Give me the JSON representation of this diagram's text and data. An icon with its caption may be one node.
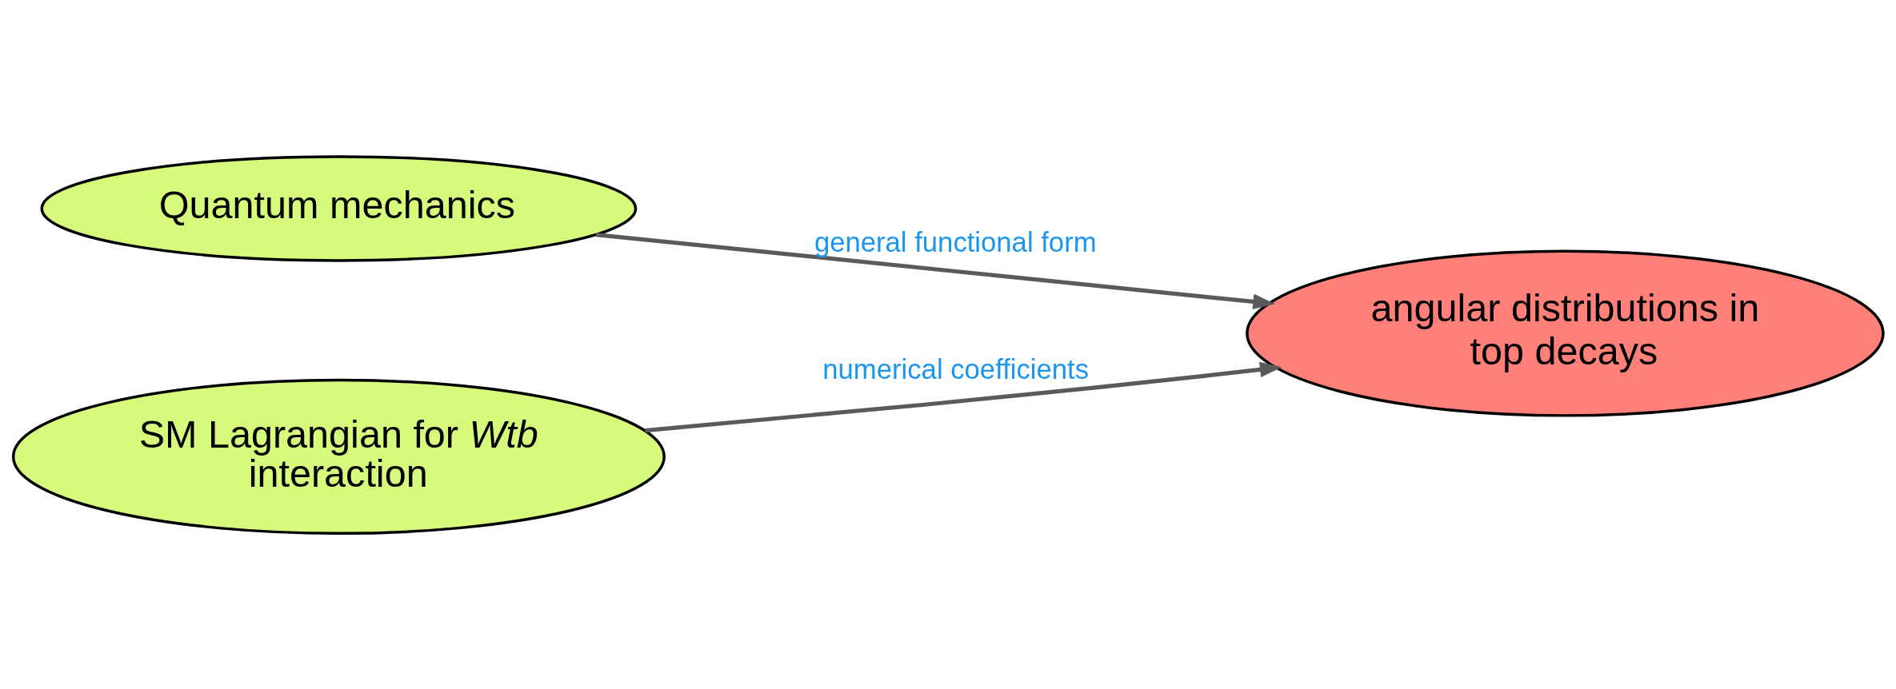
{
  "diagram": {
    "nodes": [
      {
        "text": [
          "Quantum mechanics"
        ]
      },
      {
        "text": [
          "SM Lagrangian for *Wtb* interaction"
        ]
      },
      {
        "text": [
          "angular distributions in top decays"
        ]
      }
    ],
    "edges": [
      {
        "from": 0,
        "to": 2,
        "arrow": "to",
        "label": "general functional form"
      },
      {
        "from": 1,
        "to": 2,
        "arrow": "to",
        "label": "numerical coefficients"
      }
    ]
  }
}
